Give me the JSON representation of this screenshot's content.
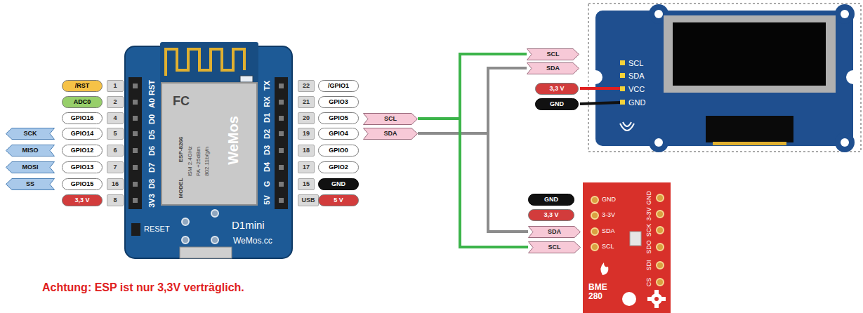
{
  "diagram": {
    "nodes": [
      {
        "text": [
          "/RST"
        ]
      },
      {
        "text": [
          "ADC0"
        ]
      },
      {
        "text": [
          "GPIO16"
        ]
      },
      {
        "text": [
          "GPIO14"
        ]
      },
      {
        "text": [
          "GPIO12"
        ]
      },
      {
        "text": [
          "GPIO13"
        ]
      },
      {
        "text": [
          "GPIO15"
        ]
      },
      {
        "text": [
          "3,3 V"
        ]
      },
      {
        "text": [
          "1"
        ]
      },
      {
        "text": [
          "2"
        ]
      },
      {
        "text": [
          "4"
        ]
      },
      {
        "text": [
          "5"
        ]
      },
      {
        "text": [
          "6"
        ]
      },
      {
        "text": [
          "7"
        ]
      },
      {
        "text": [
          "16"
        ]
      },
      {
        "text": [
          "8"
        ]
      },
      {
        "text": [
          "SCK"
        ]
      },
      {
        "text": [
          "MISO"
        ]
      },
      {
        "text": [
          "MOSI"
        ]
      },
      {
        "text": [
          "SS"
        ]
      },
      {
        "text": [
          "22"
        ]
      },
      {
        "text": [
          "21"
        ]
      },
      {
        "text": [
          "20"
        ]
      },
      {
        "text": [
          "19"
        ]
      },
      {
        "text": [
          "18"
        ]
      },
      {
        "text": [
          "17"
        ]
      },
      {
        "text": [
          "15"
        ]
      },
      {
        "text": [
          "USB"
        ]
      },
      {
        "text": [
          "/GPIO1"
        ]
      },
      {
        "text": [
          "GPIO3"
        ]
      },
      {
        "text": [
          "GPIO5"
        ]
      },
      {
        "text": [
          "GPIO4"
        ]
      },
      {
        "text": [
          "GPIO0"
        ]
      },
      {
        "text": [
          "GPIO2"
        ]
      },
      {
        "text": [
          "GND"
        ]
      },
      {
        "text": [
          "5 V"
        ]
      },
      {
        "text": [
          "SCL"
        ]
      },
      {
        "text": [
          "SDA"
        ]
      },
      {
        "text": [
          "SCL"
        ]
      },
      {
        "text": [
          "SDA"
        ]
      },
      {
        "text": [
          "3,3 V"
        ]
      },
      {
        "text": [
          "GND"
        ]
      },
      {
        "text": [
          "GND"
        ]
      },
      {
        "text": [
          "3,3 V"
        ]
      },
      {
        "text": [
          "SDA"
        ]
      },
      {
        "text": [
          "SCL"
        ]
      }
    ],
    "edges": [
      {
        "from": 36,
        "to": 38,
        "arrow": "none"
      },
      {
        "from": 36,
        "to": 45,
        "arrow": "none"
      },
      {
        "from": 37,
        "to": 39,
        "arrow": "none"
      },
      {
        "from": 37,
        "to": 44,
        "arrow": "none"
      }
    ],
    "labels": [
      "RST",
      "A0",
      "D0",
      "D5",
      "D6",
      "D7",
      "D8",
      "3V3",
      "TX",
      "RX",
      "D1",
      "D2",
      "D3",
      "D4",
      "G",
      "5V",
      "FC",
      "MODEL",
      "ESP-8266",
      "ISM 2.4GHz",
      "PA +25dBm",
      "802.11b/g/n",
      "WeMos",
      "RESET",
      "D1mini",
      "WeMos.cc",
      "SCL",
      "SDA",
      "VCC",
      "GND",
      "GND",
      "3-3V",
      "SDA",
      "SCL",
      "GND",
      "3-3V",
      "SCK",
      "SDO",
      "SDI",
      "CS",
      "BME 280",
      "Achtung: ESP ist nur 3,3V verträglich."
    ]
  }
}
